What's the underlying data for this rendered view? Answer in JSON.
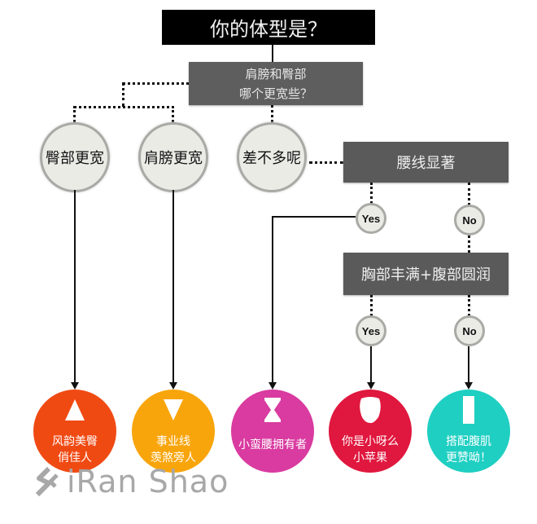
{
  "title": "你的体型是？",
  "question": {
    "line1": "肩膀和臀部",
    "line2": "哪个更宽些？"
  },
  "options": [
    {
      "label": "臀部更宽"
    },
    {
      "label": "肩膀更宽"
    },
    {
      "label": "差不多呢"
    }
  ],
  "waist_question": "腰线显著",
  "chest_question": "胸部丰满+腹部圆润",
  "yes_label": "Yes",
  "no_label": "No",
  "results": [
    {
      "shape": "triangle-up-icon",
      "line1": "风韵美臀",
      "line2": "俏佳人",
      "color": "#f04a13"
    },
    {
      "shape": "triangle-down-icon",
      "line1": "事业线",
      "line2": "羡煞旁人",
      "color": "#f8a50c"
    },
    {
      "shape": "hourglass-icon",
      "line1": "小蛮腰拥有者",
      "line2": "",
      "color": "#d93ba0"
    },
    {
      "shape": "apple-icon",
      "line1": "你是小呀么",
      "line2": "小苹果",
      "color": "#e0173e"
    },
    {
      "shape": "rectangle-icon",
      "line1": "搭配腹肌",
      "line2": "更赞呦！",
      "color": "#1fcfc2"
    }
  ],
  "watermark": "iRan Shao"
}
